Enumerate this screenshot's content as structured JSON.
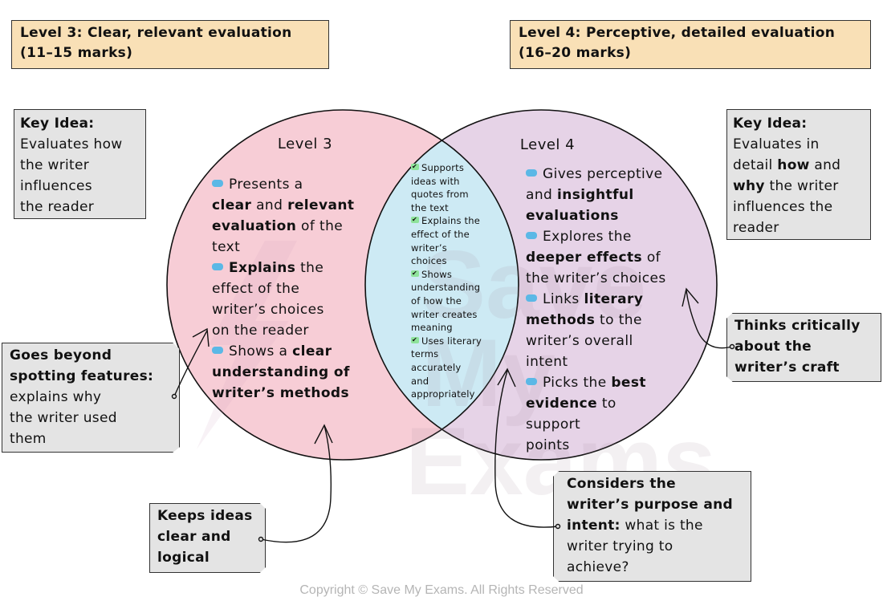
{
  "banners": {
    "level3": {
      "line1": "Level 3: Clear, relevant evaluation",
      "line2": "(11–15 marks)"
    },
    "level4": {
      "line1": "Level 4: Perceptive, detailed evaluation",
      "line2": "(16–20 marks)"
    }
  },
  "key_ideas": {
    "left": {
      "title": "Key Idea:",
      "lines": [
        "Evaluates how",
        "the writer",
        "influences",
        "the reader"
      ]
    },
    "right": {
      "title": "Key Idea:",
      "l1": "Evaluates in",
      "l2a": "detail ",
      "l2b": "how",
      "l2c": " and",
      "l3a": "why",
      "l3b": " the writer",
      "l4": "influences the",
      "l5": "reader"
    }
  },
  "venn": {
    "colors": {
      "left": "#f7cdd6",
      "right": "#e6d3e7",
      "overlap": "#cdeaf4",
      "bullet": "#5bb8e6",
      "tick": "#8fe39b"
    },
    "level3": {
      "title": "Level 3",
      "items": [
        {
          "parts": [
            {
              "t": "Presents a",
              "b": false
            }
          ],
          "rest": [
            [
              {
                "t": "clear",
                "b": true
              },
              {
                "t": " and ",
                "b": false
              },
              {
                "t": "relevant",
                "b": true
              }
            ],
            [
              {
                "t": "evaluation",
                "b": true
              },
              {
                "t": " of the",
                "b": false
              }
            ],
            [
              {
                "t": "text",
                "b": false
              }
            ]
          ]
        },
        {
          "parts": [
            {
              "t": "Explains",
              "b": true
            },
            {
              "t": " the",
              "b": false
            }
          ],
          "rest": [
            [
              {
                "t": "effect of the",
                "b": false
              }
            ],
            [
              {
                "t": "writer’s choices",
                "b": false
              }
            ],
            [
              {
                "t": "on the reader",
                "b": false
              }
            ]
          ]
        },
        {
          "parts": [
            {
              "t": "Shows a ",
              "b": false
            },
            {
              "t": "clear",
              "b": true
            }
          ],
          "rest": [
            [
              {
                "t": "understanding of",
                "b": true
              }
            ],
            [
              {
                "t": "writer’s methods",
                "b": true
              }
            ]
          ]
        }
      ]
    },
    "overlap": {
      "items": [
        {
          "first": "Supports",
          "rest": [
            "ideas with",
            "quotes from",
            "the text"
          ]
        },
        {
          "first": "Explains the",
          "rest": [
            "effect of the",
            "writer’s",
            "choices"
          ]
        },
        {
          "first": "Shows",
          "rest": [
            "understanding",
            "of how the",
            "writer creates",
            "meaning"
          ]
        },
        {
          "first": "Uses literary",
          "rest": [
            "terms",
            "accurately",
            "and",
            "appropriately"
          ]
        }
      ]
    },
    "level4": {
      "title": "Level 4",
      "items": [
        {
          "parts": [
            {
              "t": "Gives perceptive",
              "b": false
            }
          ],
          "rest": [
            [
              {
                "t": "and ",
                "b": false
              },
              {
                "t": "insightful",
                "b": true
              }
            ],
            [
              {
                "t": "evaluations",
                "b": true
              }
            ]
          ]
        },
        {
          "parts": [
            {
              "t": "Explores the",
              "b": false
            }
          ],
          "rest": [
            [
              {
                "t": "deeper effects",
                "b": true
              },
              {
                "t": " of",
                "b": false
              }
            ],
            [
              {
                "t": "the writer’s choices",
                "b": false
              }
            ]
          ]
        },
        {
          "parts": [
            {
              "t": "Links ",
              "b": false
            },
            {
              "t": "literary",
              "b": true
            }
          ],
          "rest": [
            [
              {
                "t": "methods",
                "b": true
              },
              {
                "t": " to the",
                "b": false
              }
            ],
            [
              {
                "t": "writer’s overall",
                "b": false
              }
            ],
            [
              {
                "t": "intent",
                "b": false
              }
            ]
          ]
        },
        {
          "parts": [
            {
              "t": "Picks the ",
              "b": false
            },
            {
              "t": "best",
              "b": true
            }
          ],
          "rest": [
            [
              {
                "t": "evidence",
                "b": true
              },
              {
                "t": " to",
                "b": false
              }
            ],
            [
              {
                "t": " support",
                "b": false
              }
            ],
            [
              {
                "t": "points",
                "b": false
              }
            ]
          ]
        }
      ]
    },
    "watermark": {
      "line1": "Save My",
      "line2": "Exams"
    }
  },
  "callouts": {
    "beyond": {
      "b1": "Goes beyond",
      "b2": "spotting features:",
      "l3": "explains why",
      "l4": "the writer used",
      "l5": "them"
    },
    "clear": {
      "l1": "Keeps ideas",
      "l2": "clear and",
      "l3": "logical"
    },
    "critical": {
      "l1": "Thinks critically",
      "l2": "about the",
      "l3": "writer’s craft"
    },
    "purpose": {
      "l1": "Considers the",
      "l2": "writer’s purpose and",
      "l3a": "intent:",
      "l3b": " what is the",
      "l4": "writer trying to",
      "l5": "achieve?"
    }
  },
  "footer": {
    "copyright": "Copyright © Save My Exams. All Rights Reserved"
  }
}
